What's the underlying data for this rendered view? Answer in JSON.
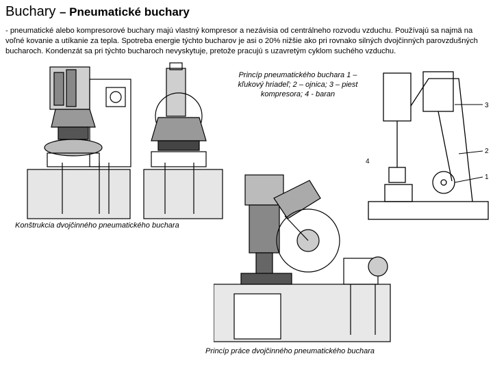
{
  "title": {
    "main": "Buchary",
    "sub": "– Pneumatické buchary"
  },
  "intro": " - pneumatické alebo kompresorové buchary majú vlastný kompresor a nezávisia od centrálneho rozvodu vzduchu. Používajú sa najmä na voľné kovanie a utíkanie za tepla. Spotreba energie týchto bucharov je asi o 20% nižšie ako pri rovnako silných dvojčinných parovzdušných bucharoch. Kondenzát sa pri týchto bucharoch nevyskytuje, pretože pracujú s uzavretým cyklom suchého vzduchu.",
  "captions": {
    "principle": "Princíp pneumatického buchara 1 – kľukový hriadeľ; 2 – ojnica; 3 – piest kompresora; 4 - baran",
    "construction": "Konštrukcia dvojčinného pneumatického buchara",
    "work": "Princíp práce dvojčinného pneumatického buchara"
  },
  "diagram_labels": {
    "l3": "3",
    "l2": "2",
    "l1": "1",
    "l4": "4"
  }
}
